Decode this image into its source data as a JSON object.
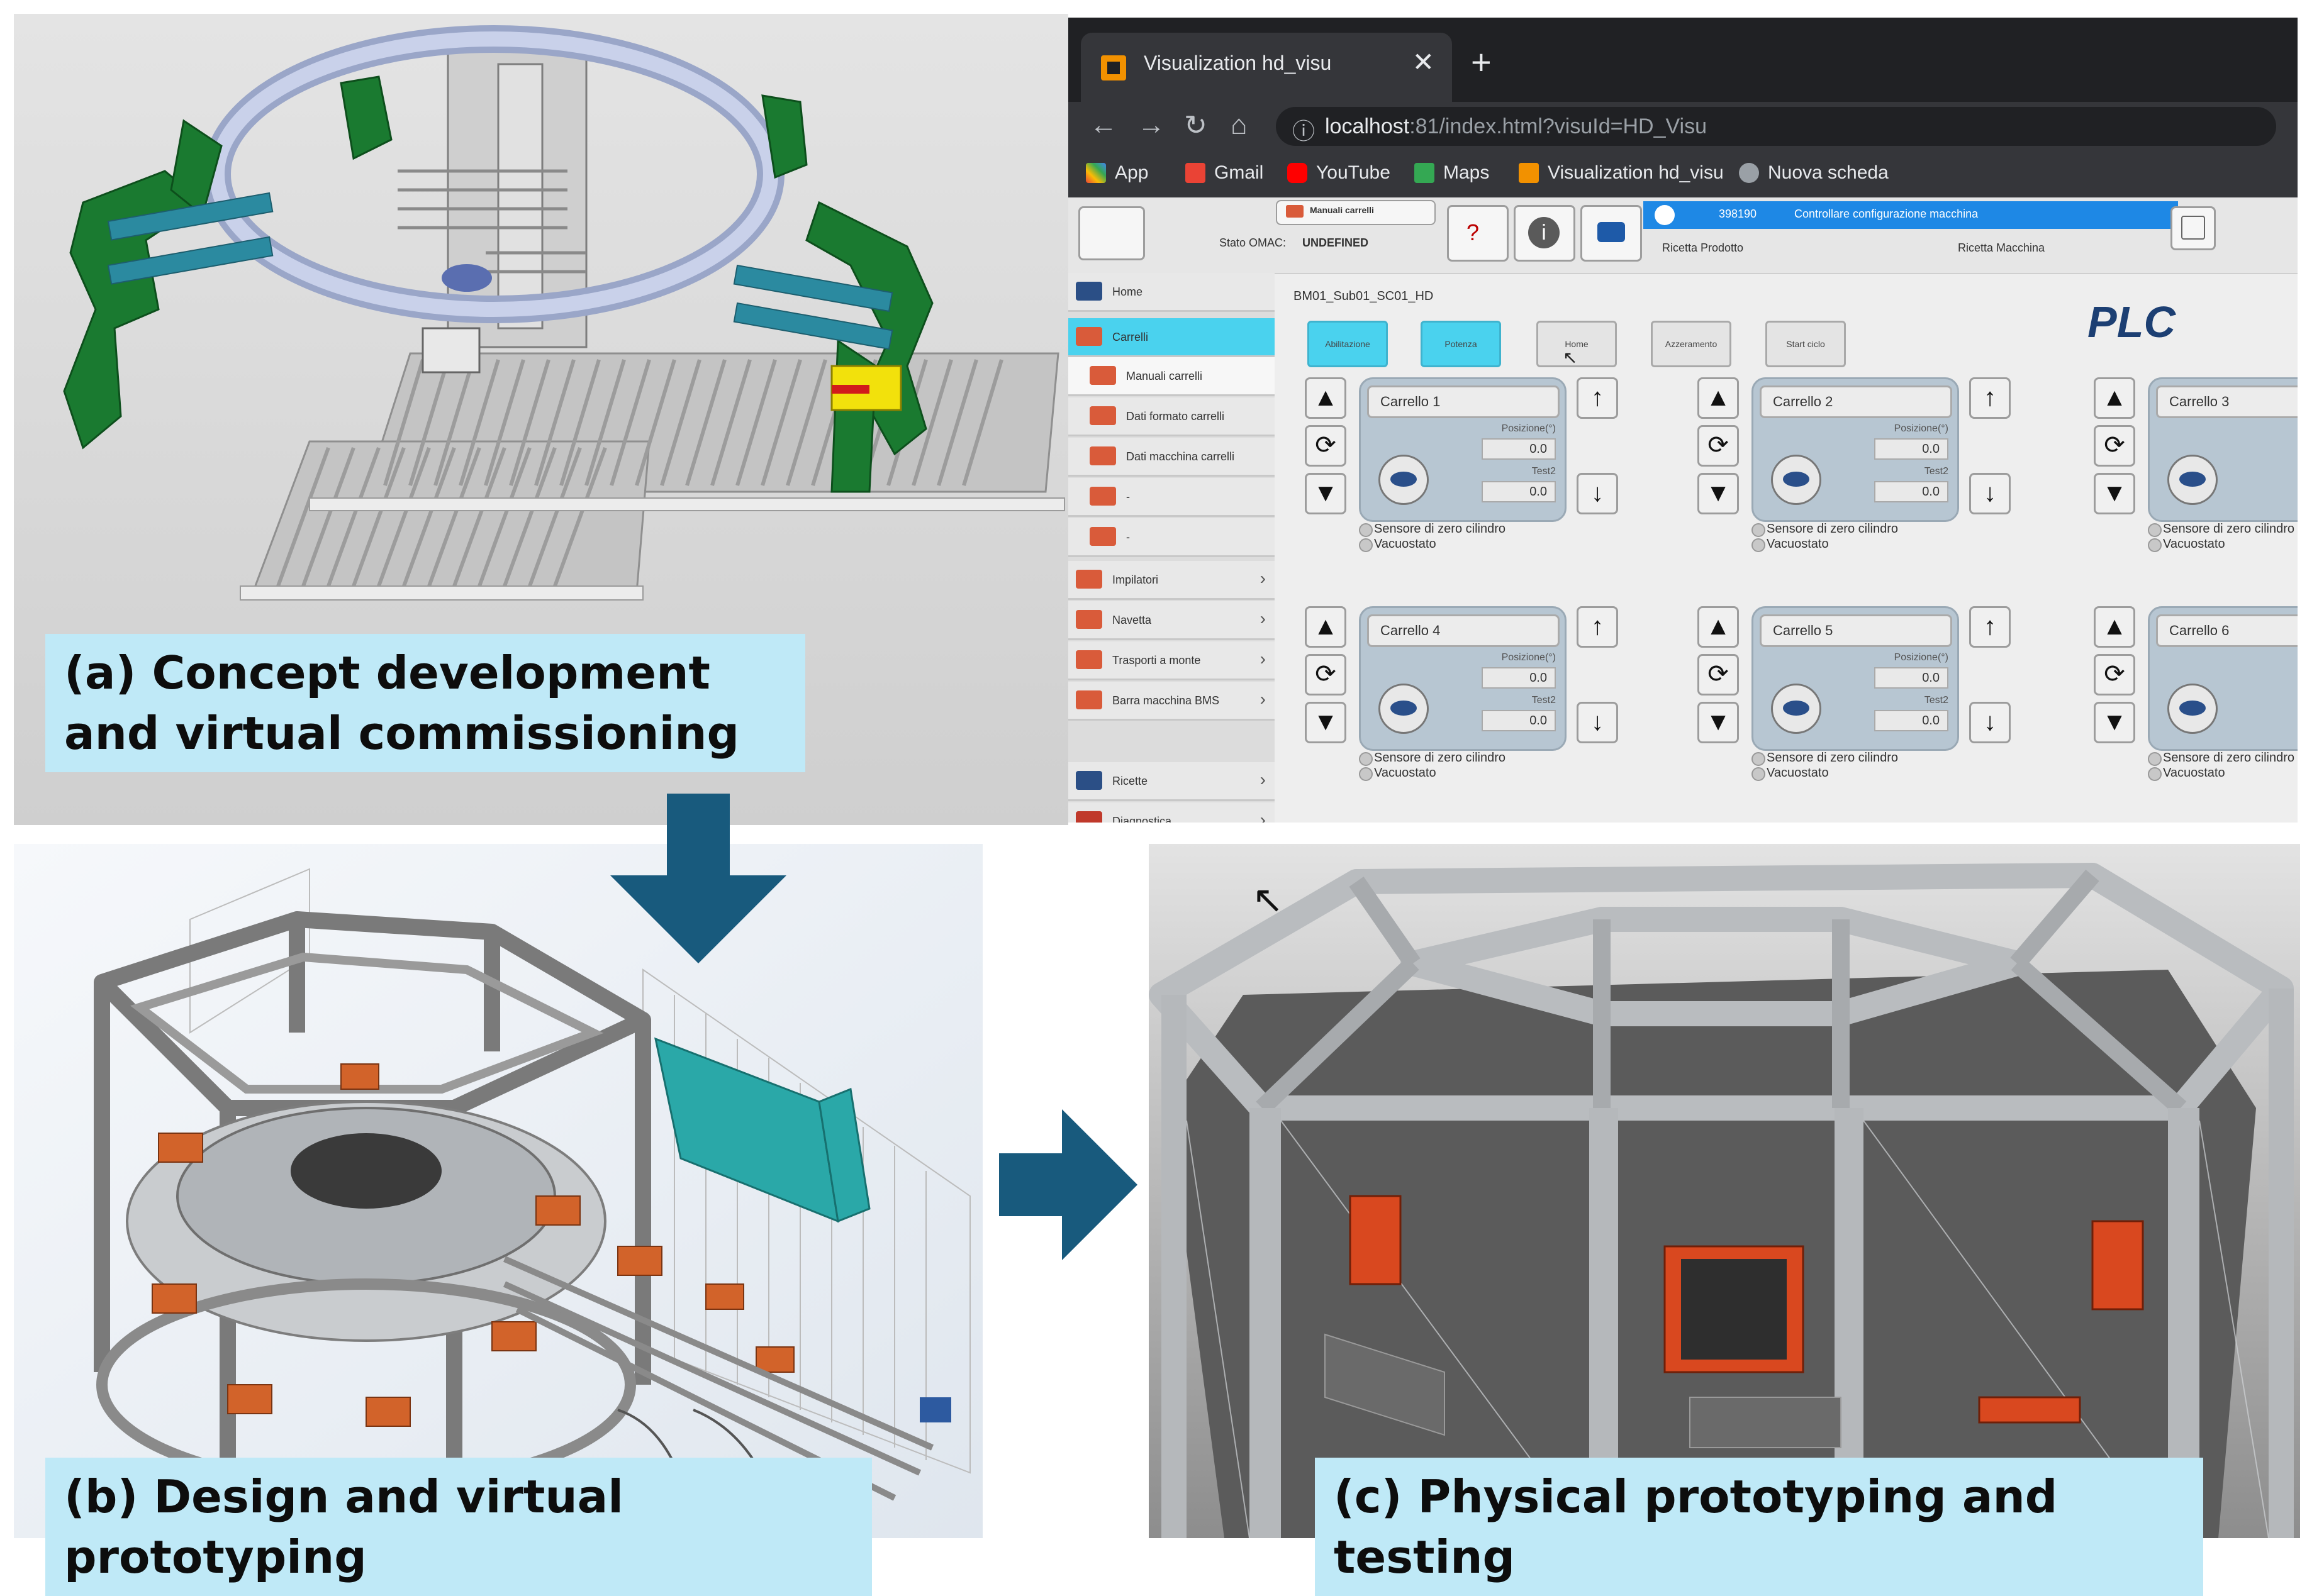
{
  "captions": {
    "a": "(a) Concept development and virtual commissioning",
    "b": "(b) Design and virtual prototyping",
    "c": "(c) Physical prototyping and testing"
  },
  "browser": {
    "tab_title": "Visualization hd_visu",
    "tab_close": "✕",
    "new_tab": "+",
    "url_main": "localhost",
    "url_rest": ":81/index.html?visuId=HD_Visu",
    "bookmarks": [
      "App",
      "Gmail",
      "YouTube",
      "Maps",
      "Visualization hd_visu",
      "Nuova scheda"
    ]
  },
  "hmi": {
    "top_tab": "Manuali carrelli",
    "stato_label": "Stato OMAC:",
    "stato_value": "UNDEFINED",
    "alarm_code": "398190",
    "alarm_text": "Controllare configurazione macchina",
    "ricetta_prodotto": "Ricetta Prodotto",
    "ricetta_macchina": "Ricetta Macchina",
    "breadcrumb": "BM01_Sub01_SC01_HD",
    "plc": "PLC",
    "mode_buttons": [
      "Abilitazione",
      "Potenza",
      "Home",
      "Azzeramento",
      "Start ciclo"
    ],
    "sidebar": [
      "Home",
      "Carrelli",
      "Manuali carrelli",
      "Dati formato carrelli",
      "Dati macchina carrelli",
      "-",
      "-",
      "Impilatori",
      "Navetta",
      "Trasporti a monte",
      "Barra macchina BMS",
      "Ricette",
      "Diagnostica"
    ],
    "cart_names": [
      "Carrello 1",
      "Carrello 2",
      "Carrello 3",
      "Carrello 4",
      "Carrello 5",
      "Carrello 6"
    ],
    "posizione_label": "Posizione(°)",
    "test2_label": "Test2",
    "value": "0.0",
    "sensor_label": "Sensore di zero cilindro",
    "vacuum_label": "Vacuostato"
  },
  "colors": {
    "caption_bg": "#bfe9f7",
    "arrow": "#185a7d",
    "hmi_active": "#4ad2ee",
    "alarm_bar": "#1e88e5"
  }
}
